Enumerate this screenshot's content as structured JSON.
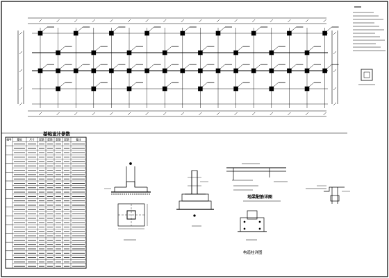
{
  "drawing": {
    "table_title": "基础设计参数",
    "detail_title": "地梁配筋详图",
    "detail_caption": "构造柱详图"
  },
  "table": {
    "headers": [
      "编号",
      "基础",
      "尺寸",
      "配筋",
      "配筋",
      "配筋",
      "配筋",
      "备注"
    ]
  }
}
